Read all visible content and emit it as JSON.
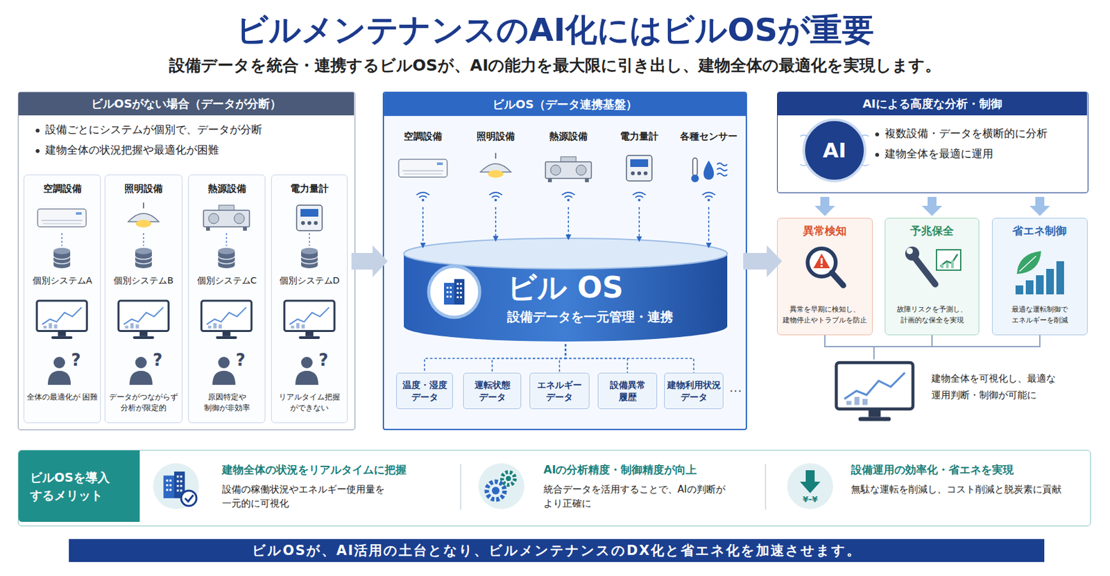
{
  "diagram": {
    "title": "ビルメンテナンスのAI化にはビルOSが重要",
    "nodes": [
      {
        "text": [
          "ビルOSがない場合（データが分断）",
          "設備ごとにシステムが個別で、データが分断",
          "建物全体の状況把握や最適化が困難"
        ]
      },
      {
        "text": [
          "空調設備",
          "個別システムA",
          "全体の最適化が 困難"
        ],
        "in": 0
      },
      {
        "text": [
          "照明設備",
          "個別システムB",
          "データがつながらず 分析が限定的"
        ],
        "in": 0
      },
      {
        "text": [
          "熱源設備",
          "個別システムC",
          "原因特定や 制御が非効率"
        ],
        "in": 0
      },
      {
        "text": [
          "電力量計",
          "個別システムD",
          "リアルタイム把握 ができない"
        ],
        "in": 0
      },
      {
        "text": [
          "ビルOS（データ連携基盤）"
        ]
      },
      {
        "text": [
          "空調設備"
        ],
        "in": 5
      },
      {
        "text": [
          "照明設備"
        ],
        "in": 5
      },
      {
        "text": [
          "熱源設備"
        ],
        "in": 5
      },
      {
        "text": [
          "電力量計"
        ],
        "in": 5
      },
      {
        "text": [
          "各種センサー"
        ],
        "in": 5
      },
      {
        "text": [
          "ビル OS",
          "設備データを一元管理・連携"
        ],
        "in": 5
      },
      {
        "text": [
          "温度・湿度 データ"
        ],
        "in": 5
      },
      {
        "text": [
          "運転状態 データ"
        ],
        "in": 5
      },
      {
        "text": [
          "エネルギー データ"
        ],
        "in": 5
      },
      {
        "text": [
          "設備異常 履歴"
        ],
        "in": 5
      },
      {
        "text": [
          "建物利用状況 データ"
        ],
        "in": 5
      },
      {
        "text": [
          "AIによる高度な分析・制御",
          "複数設備・データを横断的に分析",
          "建物全体を最適に運用"
        ]
      },
      {
        "text": [
          "AI"
        ],
        "in": 17
      },
      {
        "text": [
          "異常検知",
          "異常を早期に検知し、 建物停止やトラブルを防止"
        ]
      },
      {
        "text": [
          "予兆保全",
          "故障リスクを予測し、 計画的な保全を実現"
        ]
      },
      {
        "text": [
          "省エネ制御",
          "最適な運転制御で エネルギーを削減"
        ]
      },
      {
        "text": [
          "建物全体を可視化し、最適な 運用判断・制御が可能に"
        ]
      },
      {
        "text": [
          "ビルOSを導入 するメリット"
        ]
      },
      {
        "text": [
          "建物全体の状況をリアルタイムに把握",
          "設備の稼働状況やエネルギー使用量を 一元的に可視化"
        ],
        "in": 23
      },
      {
        "text": [
          "AIの分析精度・制御精度が向上",
          "統合データを活用することで、AIの判断が より正確に"
        ],
        "in": 23
      },
      {
        "text": [
          "設備運用の効率化・省エネを実現",
          "無駄な運転を削減し、コスト削減と脱炭素に貢献"
        ],
        "in": 23
      },
      {
        "text": [
          "ビルOSが、AI活用の土台となり、ビルメンテナンスのDX化と省エネ化を加速させます。"
        ]
      }
    ],
    "edges": [
      {
        "from": 0,
        "to": 5,
        "arrow": "to"
      },
      {
        "from": 5,
        "to": 19,
        "arrow": "to"
      },
      {
        "from": 6,
        "to": 11,
        "arrow": "to"
      },
      {
        "from": 7,
        "to": 11,
        "arrow": "to"
      },
      {
        "from": 8,
        "to": 11,
        "arrow": "to"
      },
      {
        "from": 9,
        "to": 11,
        "arrow": "to"
      },
      {
        "from": 10,
        "to": 11,
        "arrow": "to"
      },
      {
        "from": 11,
        "to": 12,
        "arrow": "none"
      },
      {
        "from": 11,
        "to": 13,
        "arrow": "none"
      },
      {
        "from": 11,
        "to": 14,
        "arrow": "none"
      },
      {
        "from": 11,
        "to": 15,
        "arrow": "none"
      },
      {
        "from": 11,
        "to": 16,
        "arrow": "none"
      },
      {
        "from": 17,
        "to": 19,
        "arrow": "to"
      },
      {
        "from": 17,
        "to": 20,
        "arrow": "to"
      },
      {
        "from": 17,
        "to": 21,
        "arrow": "to"
      },
      {
        "from": 19,
        "to": 22,
        "arrow": "none"
      },
      {
        "from": 20,
        "to": 22,
        "arrow": "none"
      },
      {
        "from": 21,
        "to": 22,
        "arrow": "none"
      }
    ],
    "labels": [
      "設備データを統合・連携するビルOSが、AIの能力を最大限に引き出し、建物全体の最適化を実現します。",
      "?",
      "?",
      "?",
      "?",
      "…",
      "¥-¥"
    ]
  }
}
